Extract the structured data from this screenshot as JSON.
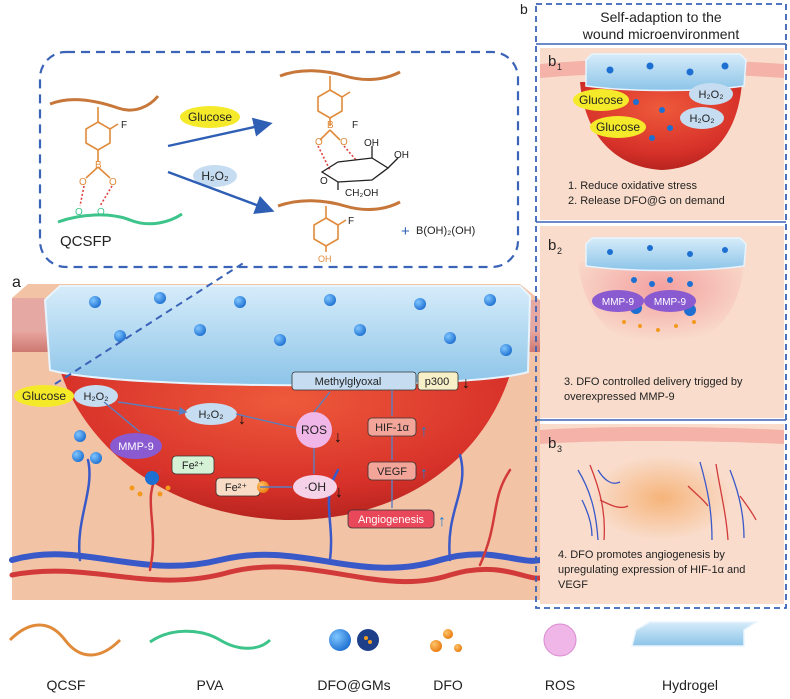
{
  "panel_letters": {
    "a": "a",
    "b": "b"
  },
  "chemistry": {
    "glucose": "Glucose",
    "h2o2": "H₂O₂",
    "qcsfp": "QCSFP",
    "f": "F",
    "b": "B",
    "o": "O",
    "oh": "OH",
    "ch2oh": "CH₂OH",
    "boronic": "B(OH)₂(OH)",
    "plus": "+"
  },
  "wound": {
    "glucose": "Glucose",
    "h2o2": "H₂O₂",
    "h2o2_mid": "H₂O₂",
    "mmp9": "MMP-9",
    "fe2plus": "Fe²⁺",
    "fe2plus_b": "Fe²⁺",
    "ros": "ROS",
    "oh_radical": "·OH",
    "methylglyoxal": "Methylglyoxal",
    "p300": "p300",
    "hif": "HIF-1α",
    "vegf": "VEGF",
    "angiogenesis": "Angiogenesis"
  },
  "panel_b": {
    "header_line1": "Self-adaption to the",
    "header_line2": "wound microenvironment",
    "b1": {
      "letter": "b",
      "sub": "1",
      "glucose1": "Glucose",
      "glucose2": "Glucose",
      "h2o2_1": "H₂O₂",
      "h2o2_2": "H₂O₂",
      "text1": "1. Reduce oxidative stress",
      "text2": "2. Release DFO@G on demand"
    },
    "b2": {
      "letter": "b",
      "sub": "2",
      "mmp9_1": "MMP-9",
      "mmp9_2": "MMP-9",
      "text1": "3. DFO controlled delivery trigged by",
      "text2": "overexpressed MMP-9"
    },
    "b3": {
      "letter": "b",
      "sub": "3",
      "text1": "4. DFO promotes angiogenesis by",
      "text2": "upregulating expression of HIF-1α and",
      "text3": "VEGF"
    }
  },
  "legend": {
    "items": [
      "QCSF",
      "PVA",
      "DFO@GMs",
      "DFO",
      "ROS",
      "Hydrogel"
    ]
  },
  "colors": {
    "dash_blue": "#3b63b7",
    "qcsf_orange": "#e08a3a",
    "pva_green": "#3cc48a",
    "hydrogel_blue": "#a9d4f0",
    "wound_red": "#e0422f",
    "skin_peach": "#f7cdb0",
    "yellow_label": "#f5ea2a"
  }
}
